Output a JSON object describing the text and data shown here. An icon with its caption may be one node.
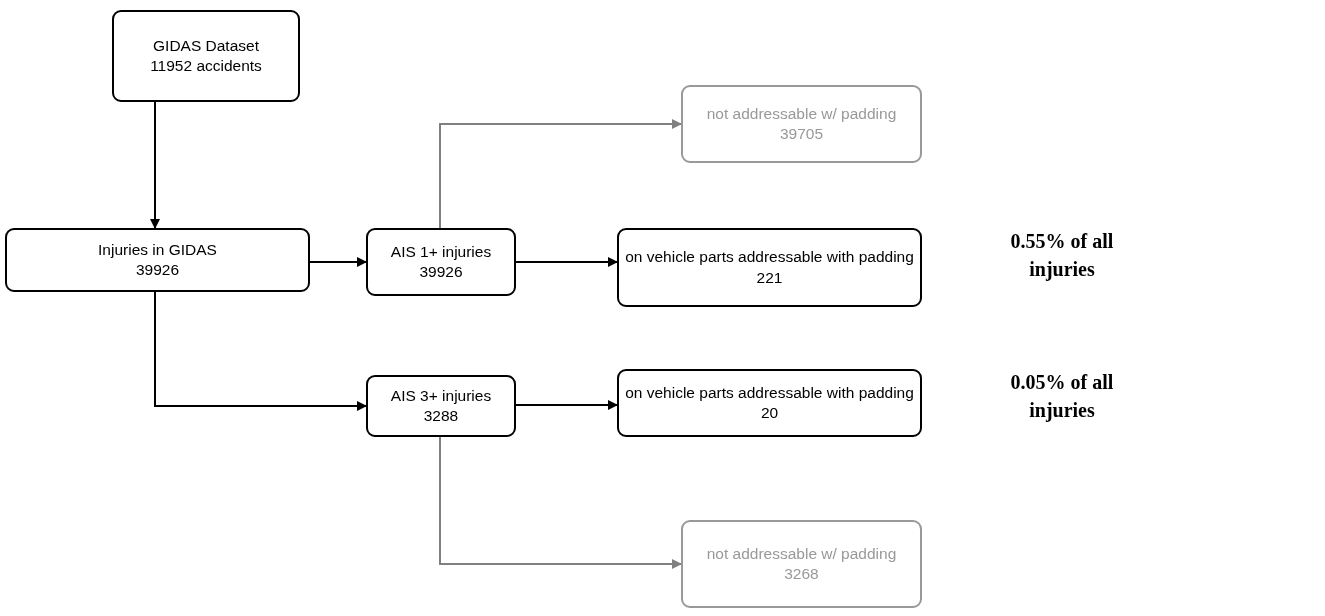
{
  "diagram": {
    "nodes": [
      {
        "text": [
          "GIDAS Dataset",
          "11952 accidents"
        ]
      },
      {
        "text": [
          "Injuries in GIDAS",
          "39926"
        ]
      },
      {
        "text": [
          "AIS 1+ injuries",
          "39926"
        ]
      },
      {
        "text": [
          "not addressable w/ padding",
          "39705"
        ]
      },
      {
        "text": [
          "on vehicle parts addressable with padding",
          "221"
        ]
      },
      {
        "text": [
          "AIS 3+  injuries",
          "3288"
        ]
      },
      {
        "text": [
          "on vehicle parts addressable with padding",
          "20"
        ]
      },
      {
        "text": [
          "not addressable w/ padding",
          "3268"
        ]
      }
    ],
    "edges": [
      {
        "from": 0,
        "to": 1,
        "arrow": "to"
      },
      {
        "from": 1,
        "to": 2,
        "arrow": "to"
      },
      {
        "from": 1,
        "to": 5,
        "arrow": "to"
      },
      {
        "from": 2,
        "to": 3,
        "arrow": "to",
        "color": "#808080"
      },
      {
        "from": 2,
        "to": 4,
        "arrow": "to"
      },
      {
        "from": 5,
        "to": 6,
        "arrow": "to"
      },
      {
        "from": 5,
        "to": 7,
        "arrow": "to",
        "color": "#808080"
      }
    ],
    "labels": [
      "0.55% of all injuries",
      "0.05% of all injuries"
    ]
  }
}
